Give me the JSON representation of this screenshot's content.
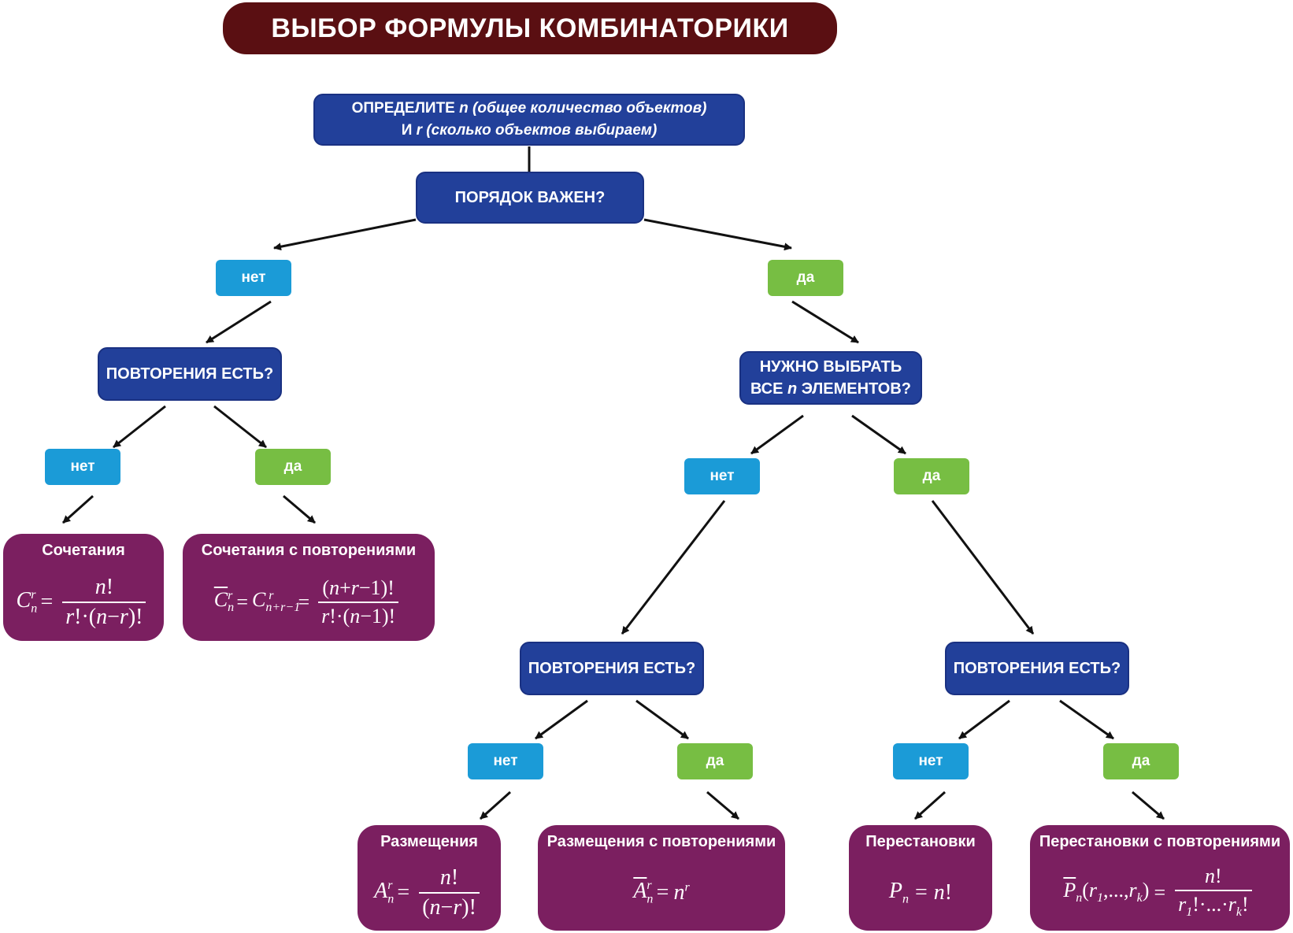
{
  "title": "ВЫБОР ФОРМУЛЫ КОМБИНАТОРИКИ",
  "start": {
    "line1_a": "ОПРЕДЕЛИТЕ ",
    "line1_var": "n",
    "line1_b": " (общее количество объектов)",
    "line2_a": "И ",
    "line2_var": "r",
    "line2_b": " (сколько объектов выбираем)"
  },
  "order_question": "ПОРЯДОК ВАЖЕН?",
  "repeat_question": "ПОВТОРЕНИЯ ЕСТЬ?",
  "select_all_question": {
    "line1": "НУЖНО ВЫБРАТЬ",
    "line2_a": "ВСЕ ",
    "line2_var": "n",
    "line2_b": " ЭЛЕМЕНТОВ?"
  },
  "yes_label": "да",
  "no_label": "нет",
  "results": {
    "combinations": "Сочетания",
    "combinations_rep": "Сочетания с повторениями",
    "arrangements": "Размещения",
    "arrangements_rep": "Размещения с повторениями",
    "permutations": "Перестановки",
    "permutations_rep": "Перестановки с повторениями"
  },
  "colors": {
    "title_bg": "#5a0f12",
    "question_bg": "#22409a",
    "yes_bg": "#77be43",
    "no_bg": "#1b9bd7",
    "result_bg": "#7b1f60"
  }
}
